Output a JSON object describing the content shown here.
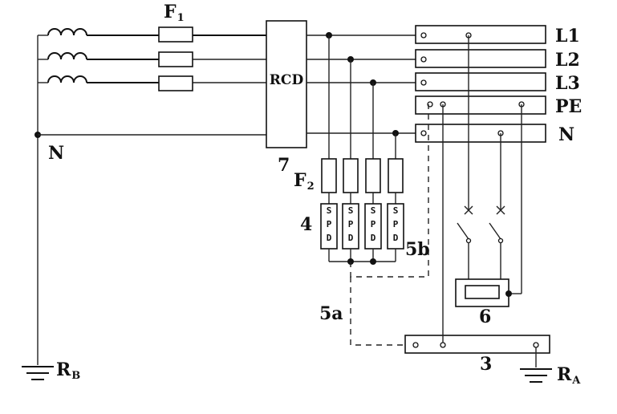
{
  "labels": {
    "fuse1_main": "F",
    "fuse1_sub": "1",
    "rcd": "RCD",
    "bus_l1": "L1",
    "bus_l2": "L2",
    "bus_l3": "L3",
    "bus_pe": "PE",
    "bus_n": "N",
    "neutral_point": "N",
    "item_7": "7",
    "fuse2_main": "F",
    "fuse2_sub": "2",
    "item_4": "4",
    "item_5b": "5b",
    "item_5a": "5a",
    "item_6": "6",
    "item_3": "3",
    "rb_main": "R",
    "rb_sub": "B",
    "ra_main": "R",
    "ra_sub": "A"
  },
  "spd_letters": [
    "S",
    "P",
    "D"
  ],
  "colors": {
    "line": "#111111",
    "background": "#ffffff"
  }
}
